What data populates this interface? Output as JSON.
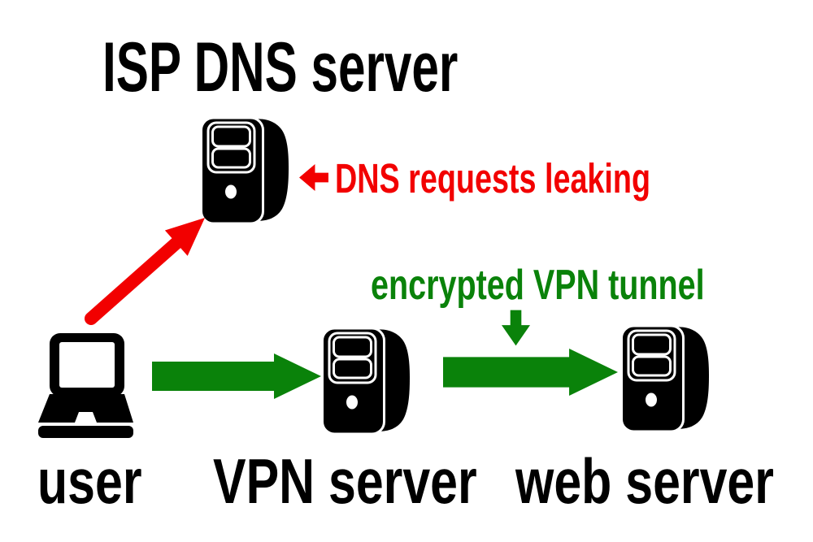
{
  "title": "ISP DNS server",
  "colors": {
    "background": "#ffffff",
    "black": "#000000",
    "red": "#f20000",
    "green": "#0a820a"
  },
  "nodes": {
    "isp_dns": {
      "label": "ISP DNS server",
      "icon": "server-icon"
    },
    "user": {
      "label": "user",
      "icon": "laptop-icon"
    },
    "vpn": {
      "label": "VPN server",
      "icon": "server-icon"
    },
    "web": {
      "label": "web server",
      "icon": "server-icon"
    }
  },
  "annotations": {
    "dns_leak": {
      "label": "DNS requests leaking",
      "color": "#f20000",
      "arrow": "left-block-arrow"
    },
    "vpn_tunnel": {
      "label": "encrypted VPN tunnel",
      "color": "#0a820a",
      "arrow": "down-block-arrow"
    }
  },
  "edges": [
    {
      "from": "user",
      "to": "isp_dns",
      "meaning": "DNS requests leaking outside tunnel",
      "color": "#f20000",
      "style": "diagonal-arrow-up-right"
    },
    {
      "from": "user",
      "to": "vpn",
      "meaning": "encrypted VPN traffic",
      "color": "#0a820a",
      "style": "block-arrow-right"
    },
    {
      "from": "vpn",
      "to": "web",
      "meaning": "traffic from VPN server to web",
      "color": "#0a820a",
      "style": "block-arrow-right"
    }
  ]
}
